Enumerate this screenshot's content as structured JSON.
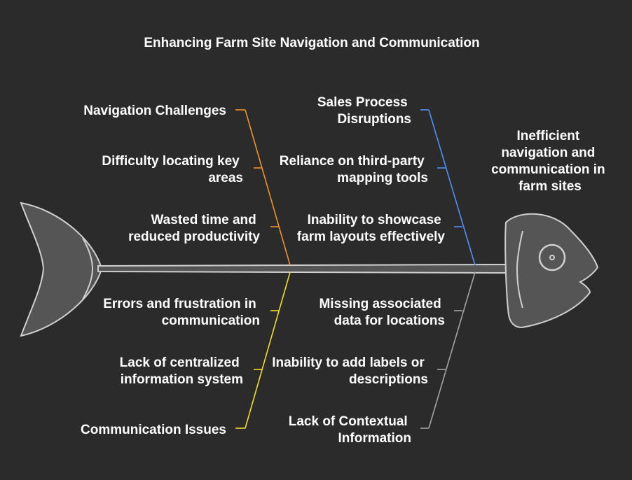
{
  "title": "Enhancing Farm Site Navigation and Communication",
  "effect": [
    "Inefficient",
    "navigation and",
    "communication in",
    "farm sites"
  ],
  "colors": {
    "background": "#2b2b2b",
    "navigation": "#f0922f",
    "sales": "#4f8ff7",
    "communication": "#f2dd2a",
    "contextual": "#a3a3a3",
    "fish_fill": "#555555",
    "fish_stroke": "#cfcfcf"
  },
  "categories": {
    "navigation": {
      "label": "Navigation Challenges",
      "causes": [
        [
          "Difficulty locating key",
          "areas"
        ],
        [
          "Wasted time and",
          "reduced productivity"
        ]
      ]
    },
    "sales": {
      "label": [
        "Sales Process",
        "Disruptions"
      ],
      "causes": [
        [
          "Reliance on third-party",
          "mapping tools"
        ],
        [
          "Inability to showcase",
          "farm layouts effectively"
        ]
      ]
    },
    "communication": {
      "label": "Communication Issues",
      "causes": [
        [
          "Errors and frustration in",
          "communication"
        ],
        [
          "Lack of centralized",
          "information system"
        ]
      ]
    },
    "contextual": {
      "label": [
        "Lack of Contextual",
        "Information"
      ],
      "causes": [
        [
          "Missing associated",
          "data for locations"
        ],
        [
          "Inability to add labels or",
          "descriptions"
        ]
      ]
    }
  }
}
